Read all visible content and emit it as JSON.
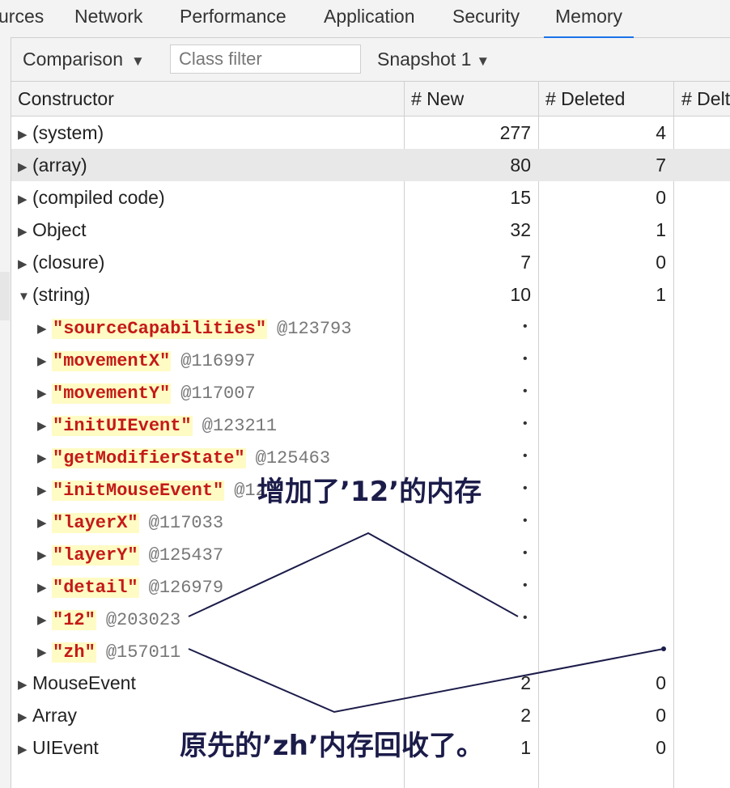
{
  "tabs": [
    {
      "label": "urces"
    },
    {
      "label": "Network"
    },
    {
      "label": "Performance"
    },
    {
      "label": "Application"
    },
    {
      "label": "Security"
    },
    {
      "label": "Memory"
    }
  ],
  "active_tab": "Memory",
  "toolbar": {
    "view_mode": "Comparison",
    "filter_placeholder": "Class filter",
    "snapshot": "Snapshot 1"
  },
  "columns": {
    "constructor": "Constructor",
    "new": "# New",
    "deleted": "# Deleted",
    "delta": "# Delt"
  },
  "rows": [
    {
      "name": "(system)",
      "new": "277",
      "deleted": "4"
    },
    {
      "name": "(array)",
      "new": "80",
      "deleted": "7"
    },
    {
      "name": "(compiled code)",
      "new": "15",
      "deleted": "0"
    },
    {
      "name": "Object",
      "new": "32",
      "deleted": "1"
    },
    {
      "name": "(closure)",
      "new": "7",
      "deleted": "0"
    },
    {
      "name": "(string)",
      "new": "10",
      "deleted": "1"
    }
  ],
  "children": [
    {
      "value": "\"sourceCapabilities\"",
      "id": "@123793",
      "mark": "•"
    },
    {
      "value": "\"movementX\"",
      "id": "@116997",
      "mark": "•"
    },
    {
      "value": "\"movementY\"",
      "id": "@117007",
      "mark": "•"
    },
    {
      "value": "\"initUIEvent\"",
      "id": "@123211",
      "mark": "•"
    },
    {
      "value": "\"getModifierState\"",
      "id": "@125463",
      "mark": "•"
    },
    {
      "value": "\"initMouseEvent\"",
      "id": "@12",
      "mark": "•"
    },
    {
      "value": "\"layerX\"",
      "id": "@117033",
      "mark": "•"
    },
    {
      "value": "\"layerY\"",
      "id": "@125437",
      "mark": "•"
    },
    {
      "value": "\"detail\"",
      "id": "@126979",
      "mark": "•"
    },
    {
      "value": "\"12\"",
      "id": "@203023",
      "mark": "•"
    },
    {
      "value": "\"zh\"",
      "id": "@157011",
      "mark": ""
    }
  ],
  "rows_after": [
    {
      "name": "MouseEvent",
      "new": "2",
      "deleted": "0"
    },
    {
      "name": "Array",
      "new": "2",
      "deleted": "0"
    },
    {
      "name": "UIEvent",
      "new": "1",
      "deleted": "0"
    }
  ],
  "annotations": {
    "added": "增加了’12’的内存",
    "collected": "原先的’zh’内存回收了。"
  },
  "colors": {
    "accent": "#1a73e8",
    "string_value": "#c41a16",
    "string_highlight": "#fffbc4",
    "annotation": "#1c1c4a"
  },
  "icons": {
    "collapsed": "▶",
    "expanded": "▼",
    "dropdown": "▼"
  }
}
